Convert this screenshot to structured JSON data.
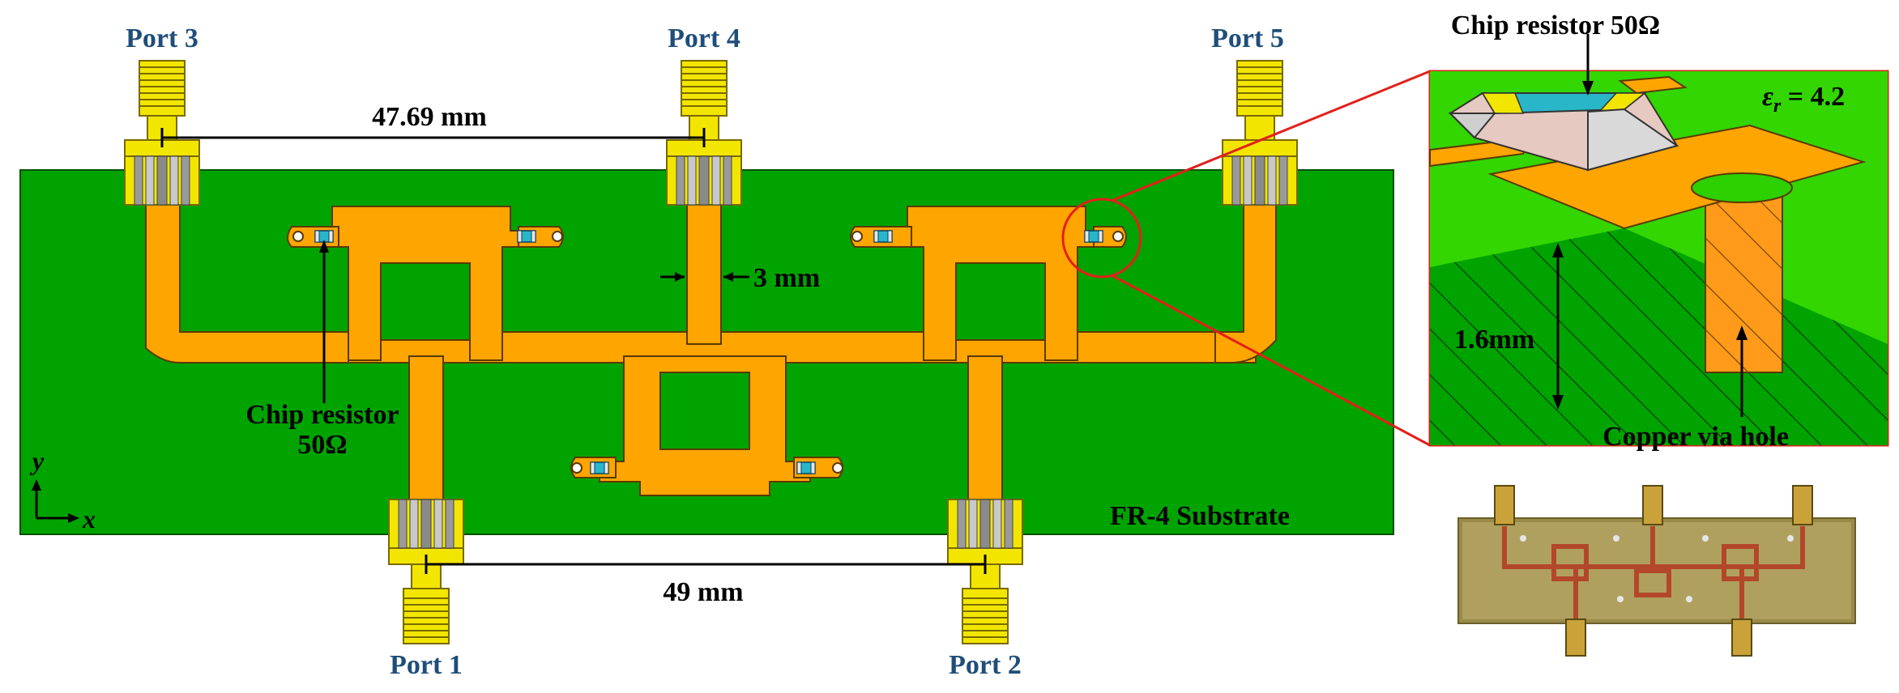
{
  "ports": {
    "p1": "Port 1",
    "p2": "Port 2",
    "p3": "Port 3",
    "p4": "Port 4",
    "p5": "Port 5"
  },
  "dimensions": {
    "top_spacing": "47.69 mm",
    "bottom_spacing": "49 mm",
    "line_width": "3 mm",
    "substrate_thickness": "1.6mm"
  },
  "labels": {
    "chip_resistor_left_line1": "Chip resistor",
    "chip_resistor_left_line2": "50Ω",
    "substrate": "FR-4 Substrate",
    "axis_x": "x",
    "axis_y": "y",
    "zoom_chip_resistor": "Chip resistor 50Ω",
    "permittivity_symbol": "ε",
    "permittivity_sub": "r",
    "permittivity_value": " = 4.2",
    "via_hole": "Copper via hole"
  },
  "colors": {
    "substrate": "#00a300",
    "copper": "#ffa500",
    "connector": "#f2e600",
    "highlight_red": "#e3201b",
    "port_label": "#1f4e79",
    "resistor_body": "#29b6c8"
  }
}
